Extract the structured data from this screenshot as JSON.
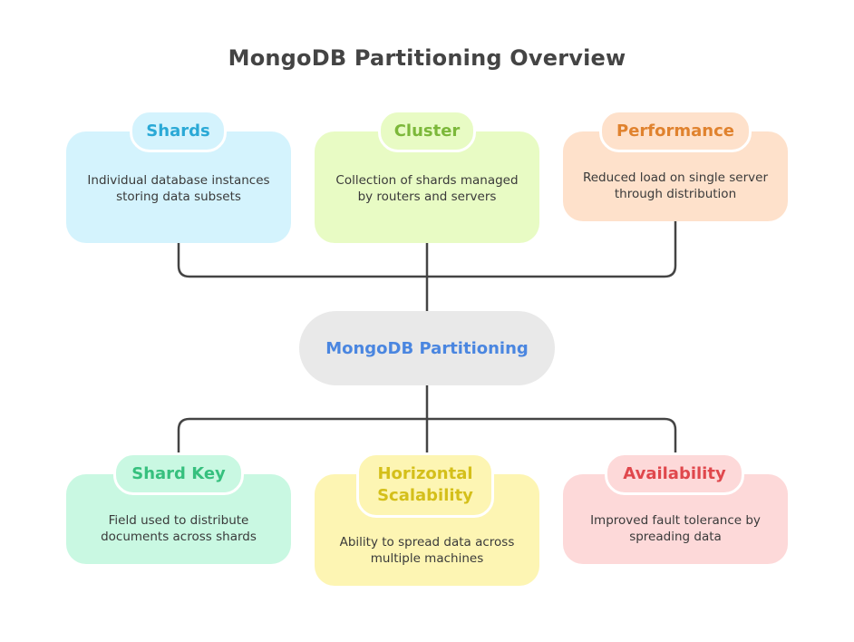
{
  "title": "MongoDB Partitioning Overview",
  "center": {
    "label": "MongoDB Partitioning",
    "color": "#4a86e0"
  },
  "top_nodes": [
    {
      "label": "Shards",
      "description": "Individual database instances storing data subsets",
      "bg": "#d4f3fd",
      "color": "#2aa9d6"
    },
    {
      "label": "Cluster",
      "description": "Collection of shards managed by routers and servers",
      "bg": "#e8fbc4",
      "color": "#7cb83a"
    },
    {
      "label": "Performance",
      "description": "Reduced load on single server through distribution",
      "bg": "#fee1cb",
      "color": "#e0822e"
    }
  ],
  "bottom_nodes": [
    {
      "label": "Shard Key",
      "description": "Field used to distribute documents across shards",
      "bg": "#c9f8e2",
      "color": "#36c07e"
    },
    {
      "label": "Horizontal Scalability",
      "description": "Ability to spread data across multiple machines",
      "bg": "#fdf5b3",
      "color": "#d4bf1a"
    },
    {
      "label": "Availability",
      "description": "Improved fault tolerance by spreading data",
      "bg": "#fdd9d9",
      "color": "#e0474c"
    }
  ],
  "line_color": "#444444"
}
